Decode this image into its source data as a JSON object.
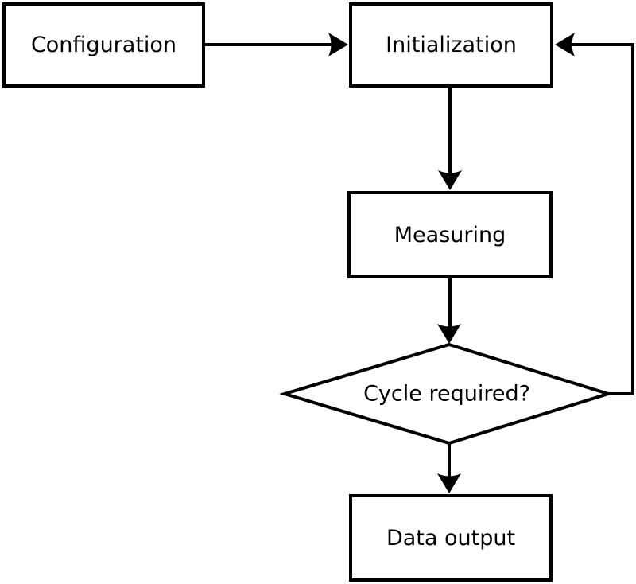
{
  "diagram": {
    "type": "flowchart",
    "nodes": {
      "configuration": {
        "label": "Configuration",
        "shape": "rectangle"
      },
      "initialization": {
        "label": "Initialization",
        "shape": "rectangle"
      },
      "measuring": {
        "label": "Measuring",
        "shape": "rectangle"
      },
      "cycle_required": {
        "label": "Cycle required?",
        "shape": "diamond"
      },
      "data_output": {
        "label": "Data output",
        "shape": "rectangle"
      }
    },
    "edges": [
      {
        "from": "configuration",
        "to": "initialization",
        "direction": "right"
      },
      {
        "from": "initialization",
        "to": "measuring",
        "direction": "down"
      },
      {
        "from": "measuring",
        "to": "cycle_required",
        "direction": "down"
      },
      {
        "from": "cycle_required",
        "to": "data_output",
        "direction": "down"
      },
      {
        "from": "cycle_required",
        "to": "initialization",
        "direction": "right-up-loop"
      }
    ],
    "colors": {
      "stroke": "#000000",
      "node_fill": "#ffffff",
      "text": "#000000",
      "background": "#ffffff"
    }
  }
}
